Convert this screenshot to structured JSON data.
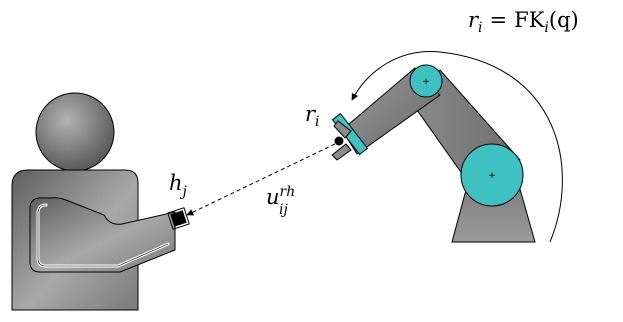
{
  "labels": {
    "fk": {
      "lhs": "r",
      "lhs_sub": "i",
      "eq": "=",
      "fn": "FK",
      "fn_sub": "i",
      "arg": "(q)"
    },
    "robot_point": {
      "base": "r",
      "sub": "i"
    },
    "human_point": {
      "base": "h",
      "sub": "j"
    },
    "vector": {
      "base": "u",
      "sup": "rh",
      "sub": "ij"
    }
  },
  "colors": {
    "joint_teal": "#3fc1c1",
    "stroke": "#000000",
    "human_light": "#a5a5a5",
    "human_dark": "#5a5a5a",
    "robot_light": "#a6a6a6",
    "robot_dark": "#6a6a6a"
  }
}
